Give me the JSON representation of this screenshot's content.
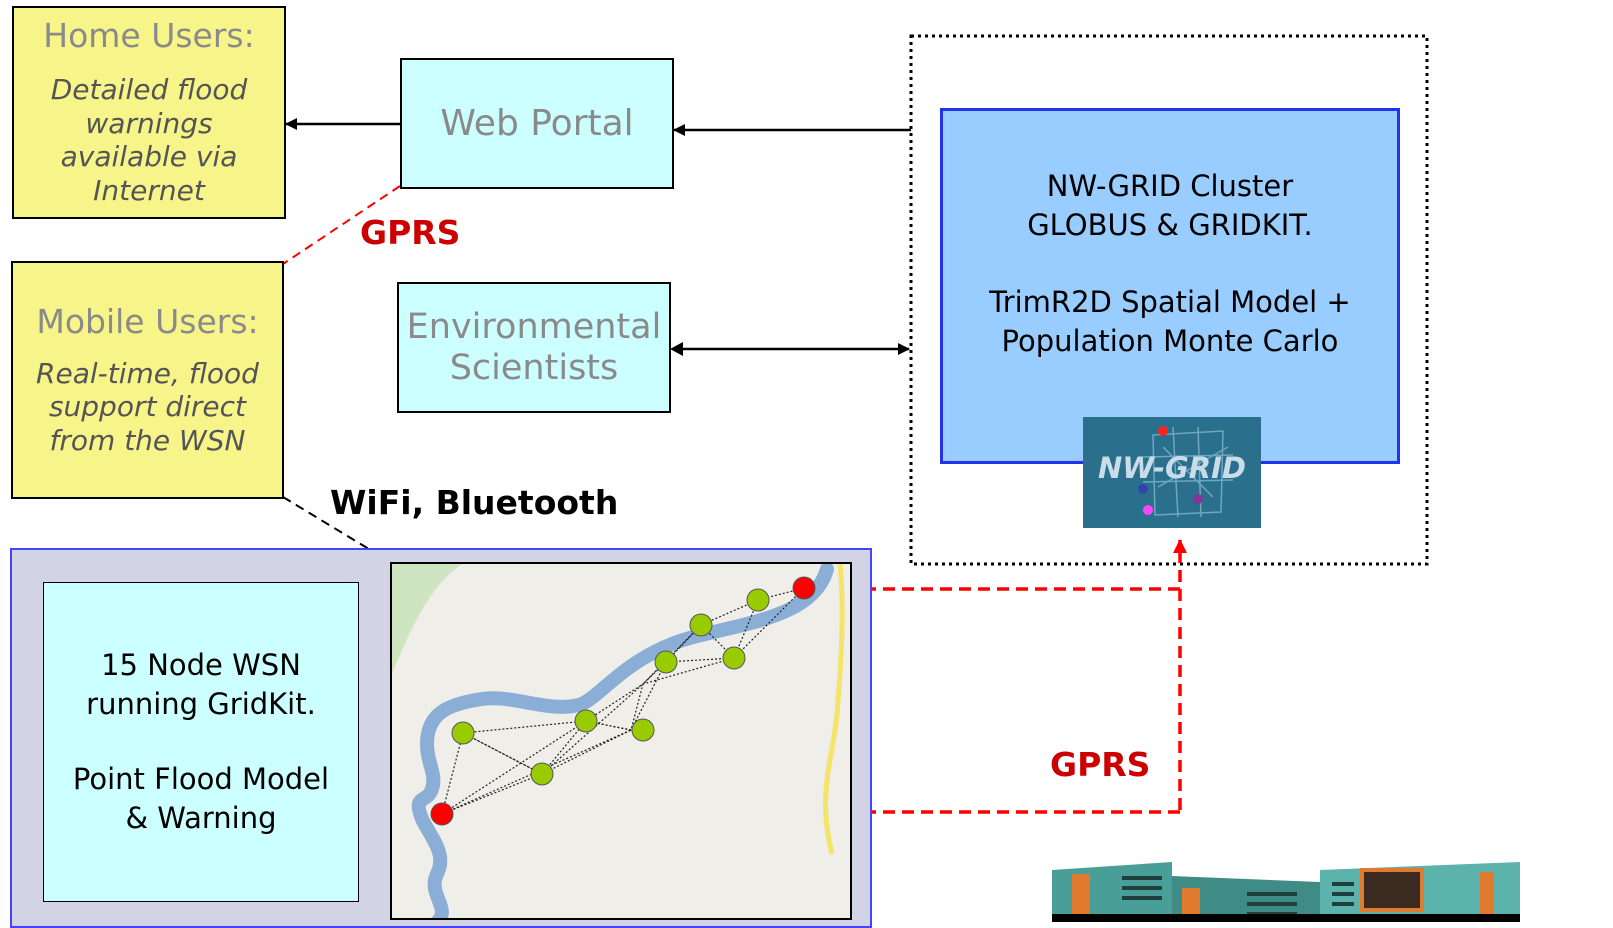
{
  "home_users": {
    "title": "Home Users:",
    "description": "Detailed flood warnings available via Internet"
  },
  "web_portal": {
    "label": "Web Portal"
  },
  "mobile_users": {
    "title": "Mobile Users:",
    "description": "Real-time, flood support direct from the WSN"
  },
  "env_scientists": {
    "label": "Environmental Scientists"
  },
  "cluster": {
    "line1": "NW-GRID Cluster\nGLOBUS & GRIDKIT.",
    "line2": "TrimR2D Spatial Model +\nPopulation Monte Carlo",
    "logo_text": "NW-GRID"
  },
  "wsn": {
    "line1": "15 Node WSN\nrunning GridKit.",
    "line2": "Point Flood Model\n& Warning"
  },
  "labels": {
    "gprs_top": "GPRS",
    "gprs_bottom": "GPRS",
    "wifi": "WiFi, Bluetooth"
  },
  "colors": {
    "gprs_red": "#cc0000",
    "cluster_fill": "#99ccff",
    "cluster_border": "#2233ee",
    "wsn_panel_fill": "#d3d3e6",
    "node_green": "#99cc00",
    "node_red": "#ff0000",
    "river_blue": "#8aaed6"
  },
  "icons": [
    "nw-grid-logo",
    "building-icon",
    "sensor-map"
  ]
}
